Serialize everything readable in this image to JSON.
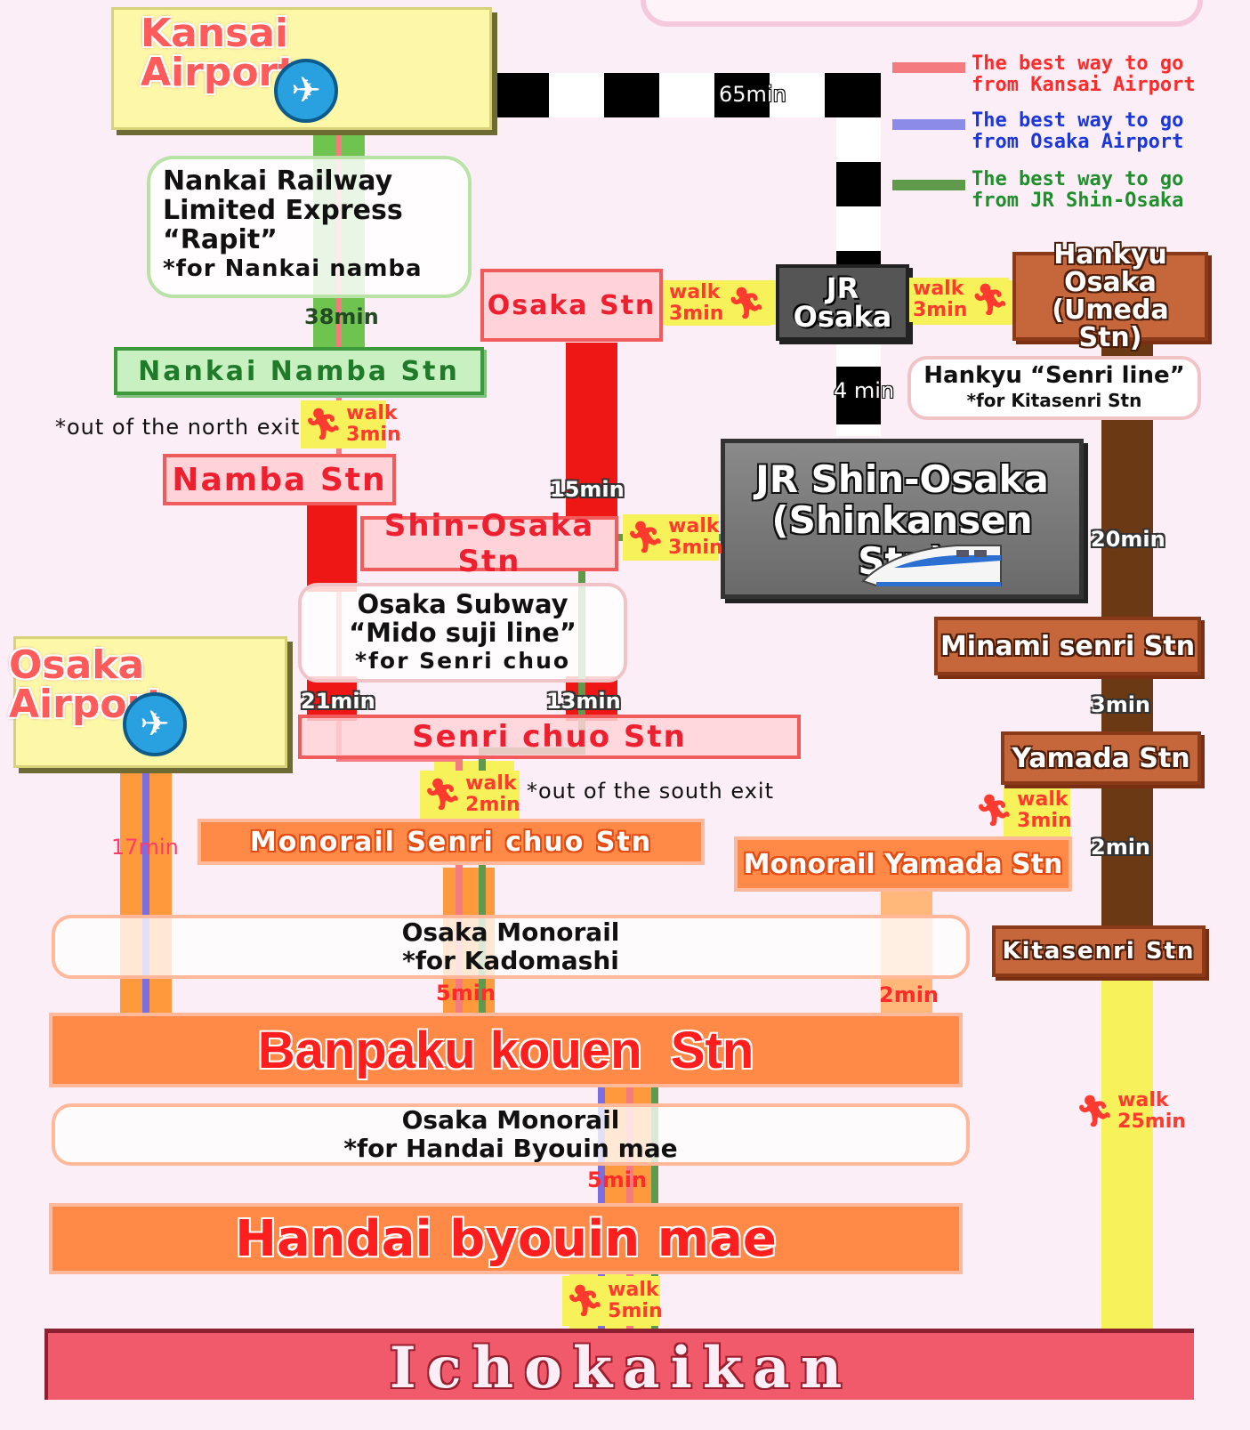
{
  "title_top": "",
  "legend": [
    {
      "text": "The best way to go from Kansai Airport",
      "color": "#f47b80",
      "text_color": "#ff2a2a"
    },
    {
      "text": "The best way to go from Osaka Airport",
      "color": "#8c8ce8",
      "text_color": "#1b36d9"
    },
    {
      "text": "The best way to go from JR Shin-Osaka",
      "color": "#5f9a4c",
      "text_color": "#1e8f2a"
    }
  ],
  "airports": {
    "kansai": "Kansai Airport",
    "osaka": "Osaka Airport"
  },
  "nankai_note": {
    "line1": "Nankai Railway",
    "line2": "Limited Express",
    "line3": "“Rapit”",
    "line4": "*for Nankai namba"
  },
  "stations": {
    "nankai_namba": "Nankai Namba Stn",
    "namba": "Namba Stn",
    "osaka": "Osaka Stn",
    "jr_osaka": "JR Osaka",
    "hankyu_osaka": "Hankyu Osaka (Umeda Stn)",
    "shin_osaka": "Shin-Osaka Stn",
    "jr_shin_osaka": "JR Shin-Osaka (Shinkansen Stn)",
    "senri_chuo": "Senri chuo Stn",
    "monorail_senri_chuo": "Monorail Senri chuo Stn",
    "minami_senri": "Minami senri Stn",
    "yamada": "Yamada Stn",
    "monorail_yamada": "Monorail Yamada Stn",
    "kitasenri": "Kitasenri Stn",
    "banpaku": "Banpaku kouen  Stn",
    "handai": "Handai byouin mae",
    "ichokaikan": "Ichokaikan"
  },
  "notes": {
    "hankyu_senri_line": "Hankyu “Senri line”",
    "hankyu_senri_line_sub": "*for Kitasenri Stn",
    "subway_line1": "Osaka Subway",
    "subway_line2": "“Mido suji line”",
    "subway_line3": "*for Senri chuo",
    "monorail1_line1": "Osaka Monorail",
    "monorail1_line2": "*for Kadomashi",
    "monorail2_line1": "Osaka Monorail",
    "monorail2_line2": "*for Handai Byouin mae",
    "north_exit": "*out of the north exit",
    "south_exit": "*out of the south exit"
  },
  "times": {
    "kansai_jr": "65min",
    "nankai": "38min",
    "jr_osaka_shin": "4 min",
    "subway_osaka": "15min",
    "hankyu": "20min",
    "minami_yamada": "3min",
    "yamada_kita": "2min",
    "subway_namba": "21min",
    "subway_shin": "13min",
    "airport_monorail": "17min",
    "monorail_senri": "5min",
    "monorail_yamada": "2min",
    "monorail_handai": "5min"
  },
  "walks": {
    "osaka_jr": [
      "walk",
      "3min"
    ],
    "jr_hankyu": [
      "walk",
      "3min"
    ],
    "nankai_namba": [
      "walk",
      "3min"
    ],
    "shin_jr": [
      "walk",
      "3min"
    ],
    "senri_monorail": [
      "walk",
      "2min"
    ],
    "yamada_monorail": [
      "walk",
      "3min"
    ],
    "kita_ichokaikan": [
      "walk",
      "25min"
    ],
    "handai_ichokaikan": [
      "walk",
      "5min"
    ]
  },
  "icons": [
    "airplane-icon",
    "walking-person-icon",
    "shinkansen-train-icon"
  ]
}
